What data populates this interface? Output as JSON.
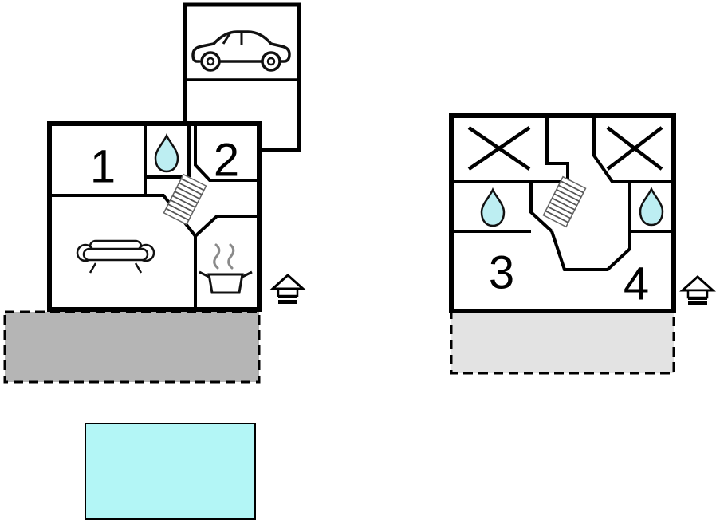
{
  "colors": {
    "background": "#ffffff",
    "wall": "#000000",
    "water_drop": "#bdeef2",
    "pool": "#b3f6f6",
    "terrace_left": "#b5b5b5",
    "terrace_right": "#e3e3e3",
    "stairs_hatch": "#555555",
    "steam": "#8a8a8a"
  },
  "left_unit": {
    "room_labels": {
      "r1": "1",
      "r2": "2"
    },
    "icons": [
      "car-icon",
      "water-drop-icon",
      "stairs-icon",
      "sofa-icon",
      "cooking-pot-icon",
      "steam-icon",
      "entrance-house-icon"
    ],
    "areas": [
      "garage",
      "terrace",
      "pool"
    ]
  },
  "right_unit": {
    "room_labels": {
      "r3": "3",
      "r4": "4"
    },
    "icons": [
      "x-mark-icon",
      "x-mark-icon",
      "water-drop-icon",
      "water-drop-icon",
      "stairs-icon",
      "entrance-house-icon"
    ],
    "areas": [
      "terrace"
    ]
  }
}
